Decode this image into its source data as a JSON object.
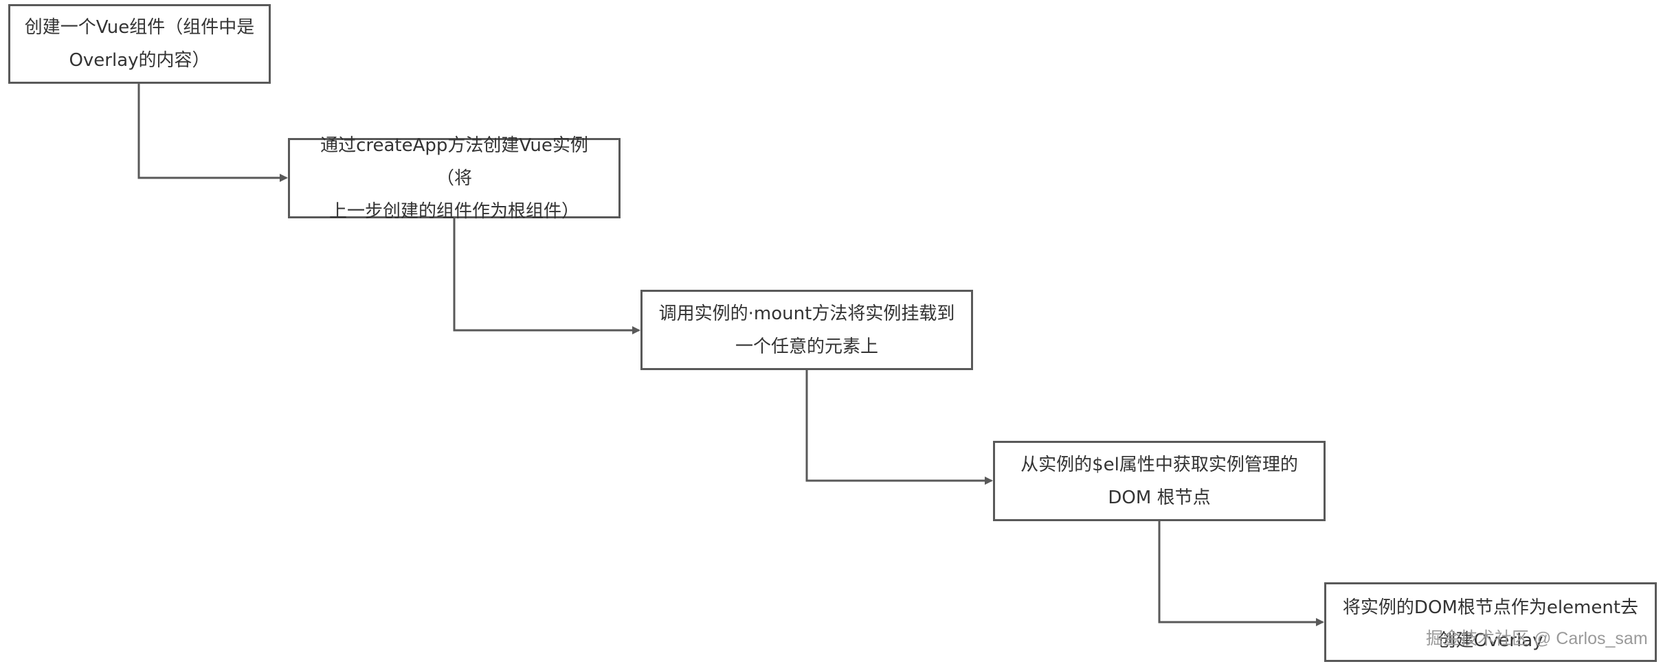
{
  "steps": [
    {
      "text": "创建一个Vue组件（组件中是\nOverlay的内容）"
    },
    {
      "text": "通过createApp方法创建Vue实例 （将\n上一步创建的组件作为根组件）"
    },
    {
      "text": "调用实例的·mount方法将实例挂载到\n一个任意的元素上"
    },
    {
      "text": "从实例的$el属性中获取实例管理的\nDOM 根节点"
    },
    {
      "text": "将实例的DOM根节点作为element去\n创建Overlay"
    }
  ],
  "watermark": "掘金技术社区 @ Carlos_sam",
  "colors": {
    "border": "#595959",
    "connector": "#595959",
    "text": "#333333"
  }
}
